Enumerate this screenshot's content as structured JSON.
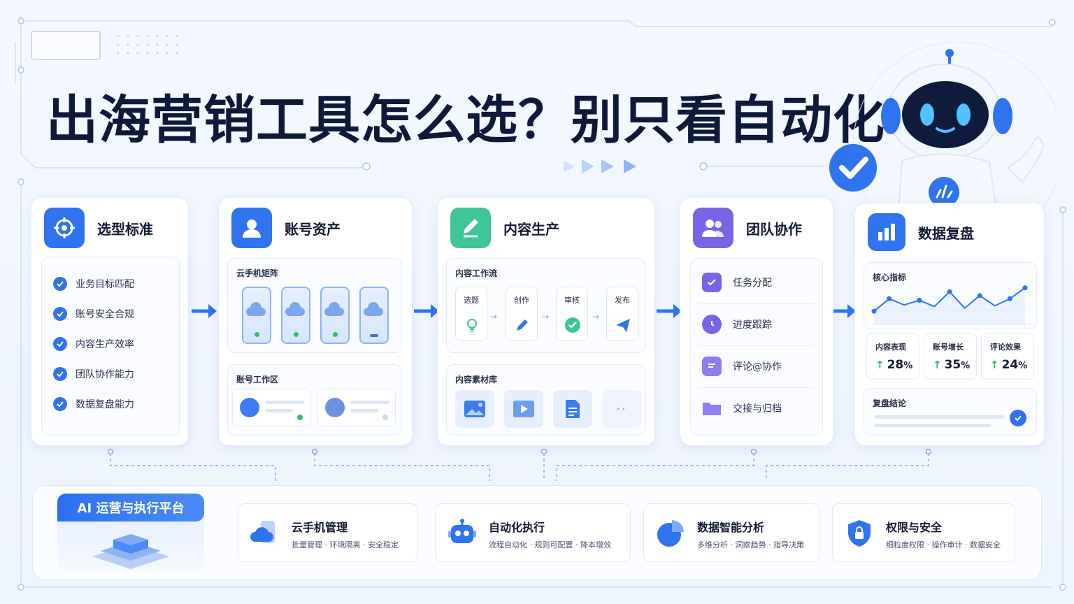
{
  "title": "出海营销工具怎么选？别只看自动化功能",
  "cards": {
    "selection": {
      "title": "选型标准",
      "items": [
        "业务目标匹配",
        "账号安全合规",
        "内容生产效率",
        "团队协作能力",
        "数据复盘能力"
      ]
    },
    "accounts": {
      "title": "账号资产",
      "matrix_label": "云手机矩阵",
      "workspace_label": "账号工作区"
    },
    "content": {
      "title": "内容生产",
      "workflow_label": "内容工作流",
      "steps": [
        "选题",
        "创作",
        "审核",
        "发布"
      ],
      "library_label": "内容素材库"
    },
    "team": {
      "title": "团队协作",
      "items": [
        "任务分配",
        "进度跟踪",
        "评论@协作",
        "交接与归档"
      ]
    },
    "data": {
      "title": "数据复盘",
      "core_label": "核心指标",
      "trend": [
        0.3,
        0.62,
        0.46,
        0.58,
        0.42,
        0.8,
        0.38,
        0.7,
        0.44,
        0.62,
        0.9
      ],
      "metrics": [
        {
          "label": "内容表现",
          "value": "28",
          "unit": "%"
        },
        {
          "label": "账号增长",
          "value": "35",
          "unit": "%"
        },
        {
          "label": "评论效果",
          "value": "24",
          "unit": "%"
        }
      ],
      "conclusion_label": "复盘结论"
    }
  },
  "platform": {
    "badge": "AI 运营与执行平台",
    "features": [
      {
        "title": "云手机管理",
        "desc": "批量管理 · 环境隔离 · 安全稳定"
      },
      {
        "title": "自动化执行",
        "desc": "流程自动化 · 规则可配置 · 降本增效"
      },
      {
        "title": "数据智能分析",
        "desc": "多维分析 · 洞察趋势 · 指导决策"
      },
      {
        "title": "权限与安全",
        "desc": "细粒度权限 · 操作审计 · 数据安全"
      }
    ]
  },
  "colors": {
    "primary": "#2f74ee",
    "green": "#3fc49a",
    "purple": "#7b63e6",
    "title": "#0f1a3a"
  }
}
